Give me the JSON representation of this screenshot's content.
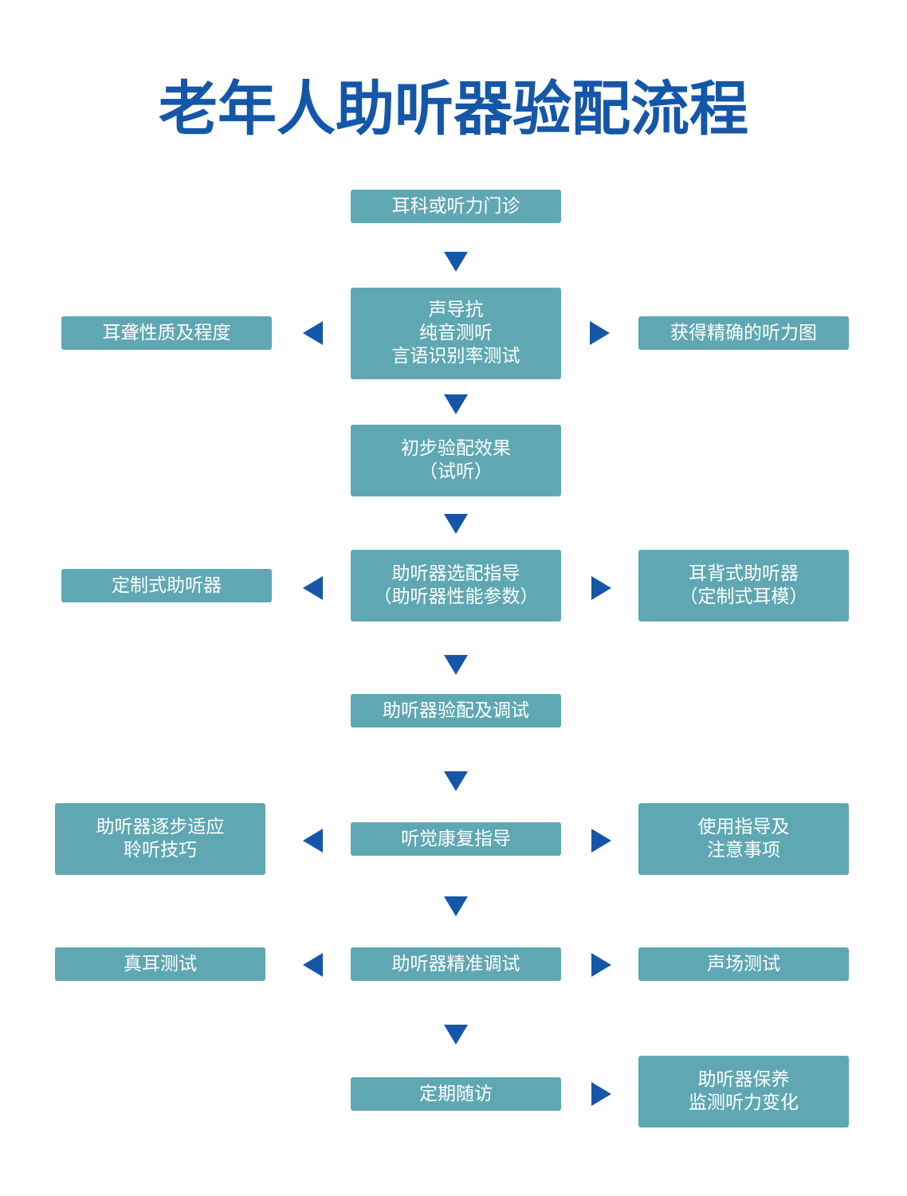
{
  "title": "老年人助听器验配流程",
  "colors": {
    "title": "#1457a8",
    "box_fill": "#5fa8b3",
    "box_text": "#ffffff",
    "arrow": "#1457a8"
  },
  "nodes": {
    "clinic": [
      "耳科或听力门诊"
    ],
    "tests": [
      "声导抗",
      "纯音测听",
      "言语识别率测试"
    ],
    "deafness": [
      "耳聋性质及程度"
    ],
    "audiogram": [
      "获得精确的听力图"
    ],
    "trial": [
      "初步验配效果",
      "（试听）"
    ],
    "selection": [
      "助听器选配指导",
      "（助听器性能参数）"
    ],
    "custom": [
      "定制式助听器"
    ],
    "bte": [
      "耳背式助听器",
      "（定制式耳模）"
    ],
    "fitting": [
      "助听器验配及调试"
    ],
    "rehab": [
      "听觉康复指导"
    ],
    "adapt": [
      "助听器逐步适应",
      "聆听技巧"
    ],
    "usage": [
      "使用指导及",
      "注意事项"
    ],
    "fine_tune": [
      "助听器精准调试"
    ],
    "real_ear": [
      "真耳测试"
    ],
    "sound_field": [
      "声场测试"
    ],
    "follow_up": [
      "定期随访"
    ],
    "maintenance": [
      "助听器保养",
      "监测听力变化"
    ]
  }
}
